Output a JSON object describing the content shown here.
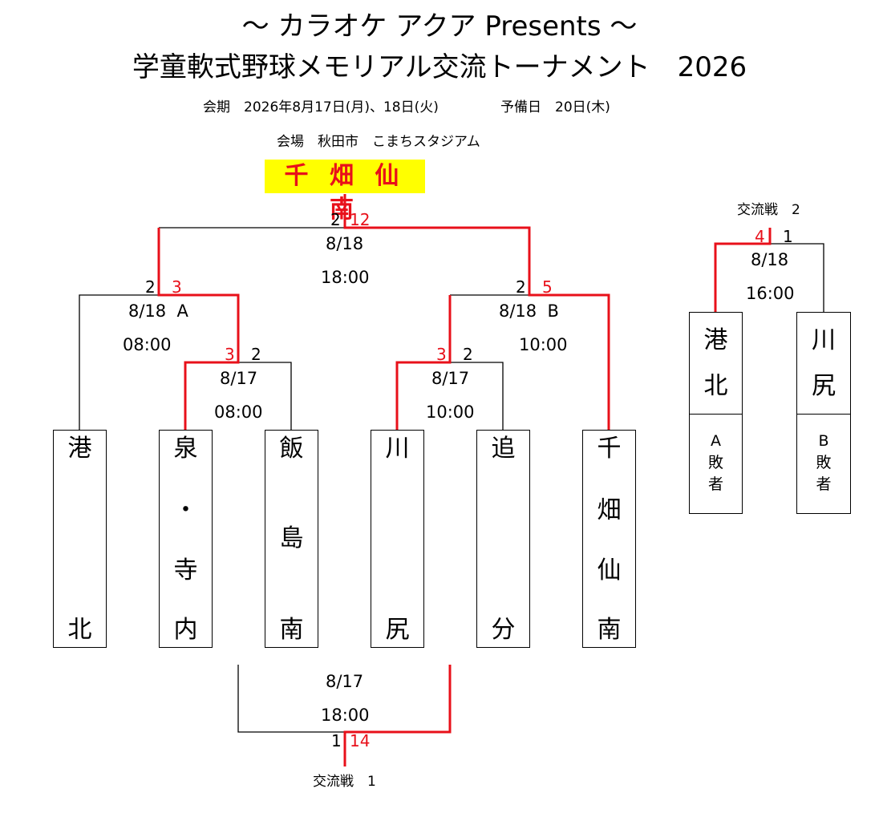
{
  "header": {
    "presents": "～ カラオケ アクア Presents ～",
    "title": "学童軟式野球メモリアル交流トーナメント　2026",
    "dates": "会期　2026年8月17日(月)、18日(火)",
    "reserve": "予備日　20日(木)",
    "venue": "会場　秋田市　こまちスタジアム"
  },
  "champion": "千 畑 仙 南",
  "bracket": {
    "final": {
      "date": "8/18",
      "time": "18:00",
      "score_left": "2",
      "score_right": "12"
    },
    "semi_a": {
      "date": "8/18  A",
      "time": "08:00",
      "score_left": "2",
      "score_right": "3"
    },
    "semi_b": {
      "date": "8/18  B",
      "time": "10:00",
      "score_left": "2",
      "score_right": "5"
    },
    "qf_1": {
      "date": "8/17",
      "time": "08:00",
      "score_left": "3",
      "score_right": "2"
    },
    "qf_2": {
      "date": "8/17",
      "time": "10:00",
      "score_left": "3",
      "score_right": "2"
    },
    "teams": [
      {
        "chars": [
          "港",
          "北"
        ]
      },
      {
        "chars": [
          "泉",
          "・",
          "寺",
          "内"
        ]
      },
      {
        "chars": [
          "飯",
          "島",
          "南"
        ]
      },
      {
        "chars": [
          "川",
          "尻"
        ]
      },
      {
        "chars": [
          "追",
          "分"
        ]
      },
      {
        "chars": [
          "千",
          "畑",
          "仙",
          "南"
        ]
      }
    ],
    "exchange1": {
      "date": "8/17",
      "time": "18:00",
      "score_left": "1",
      "score_right": "14",
      "label": "交流戦　1"
    }
  },
  "exchange2": {
    "label": "交流戦　2",
    "date": "8/18",
    "time": "16:00",
    "score_left": "4",
    "score_right": "1",
    "left_team": {
      "chars": [
        "港",
        "北"
      ],
      "sub": [
        "A",
        "敗",
        "者"
      ]
    },
    "right_team": {
      "chars": [
        "川",
        "尻"
      ],
      "sub": [
        "B",
        "敗",
        "者"
      ]
    }
  },
  "colors": {
    "win_line": "#e8101a",
    "lose_line": "#000000",
    "highlight_bg": "#ffff00",
    "win_text": "#e8101a"
  }
}
